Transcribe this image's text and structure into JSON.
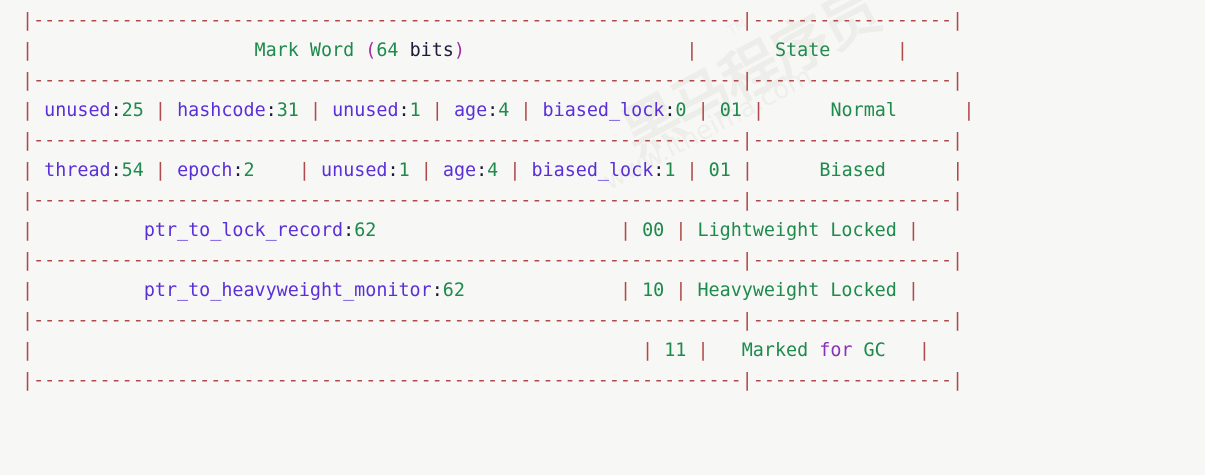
{
  "diagram": {
    "title": "Mark Word (64 bits)",
    "state_column_header": "State",
    "border_color": "#b04a4a",
    "identifier_color": "#5a2fd8",
    "number_color": "#1e8a4c",
    "punctuation_color": "#a02fa0",
    "background_color": "#f7f7f5",
    "header": {
      "left_cell": {
        "words": "Mark Word",
        "open_paren": "(",
        "bits": "64",
        "unit": " bits",
        "close_paren": ")"
      },
      "right_cell": "State"
    },
    "rows": [
      {
        "state": "Normal",
        "tag_bits": "01",
        "fields": [
          {
            "name": "unused",
            "size": "25"
          },
          {
            "name": "hashcode",
            "size": "31"
          },
          {
            "name": "unused",
            "size": "1"
          },
          {
            "name": "age",
            "size": "4"
          },
          {
            "name": "biased_lock",
            "size": "0"
          }
        ]
      },
      {
        "state": "Biased",
        "tag_bits": "01",
        "fields": [
          {
            "name": "thread",
            "size": "54"
          },
          {
            "name": "epoch",
            "size": "2"
          },
          {
            "name": "unused",
            "size": "1"
          },
          {
            "name": "age",
            "size": "4"
          },
          {
            "name": "biased_lock",
            "size": "1"
          }
        ]
      },
      {
        "state": "Lightweight Locked",
        "tag_bits": "00",
        "fields": [
          {
            "name": "ptr_to_lock_record",
            "size": "62"
          }
        ]
      },
      {
        "state": "Heavyweight Locked",
        "tag_bits": "10",
        "fields": [
          {
            "name": "ptr_to_heavyweight_monitor",
            "size": "62"
          }
        ]
      },
      {
        "state_prefix": "Marked",
        "state_keyword": "for",
        "state_suffix": "GC",
        "state": "Marked for GC",
        "tag_bits": "11",
        "fields": []
      }
    ]
  },
  "watermark": {
    "chinese": "黑马程序员",
    "trademark": "TM",
    "url": "www.itheima.com"
  }
}
